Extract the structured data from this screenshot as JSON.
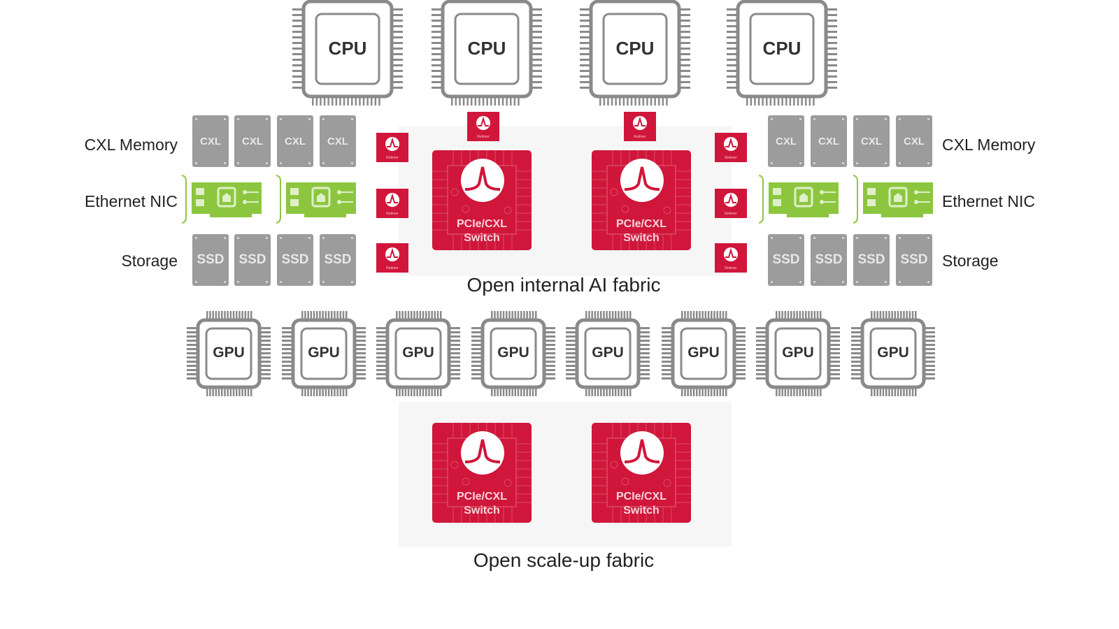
{
  "colors": {
    "switch_red": "#d0163a",
    "drive_gray": "#9c9c9c",
    "nic_green": "#8cc63f",
    "chip_gray": "#8a8a8a"
  },
  "cpus": [
    "CPU",
    "CPU",
    "CPU",
    "CPU"
  ],
  "gpus": [
    "GPU",
    "GPU",
    "GPU",
    "GPU",
    "GPU",
    "GPU",
    "GPU",
    "GPU"
  ],
  "left_labels": {
    "memory": "CXL Memory",
    "nic": "Ethernet NIC",
    "storage": "Storage"
  },
  "right_labels": {
    "memory": "CXL Memory",
    "nic": "Ethernet NIC",
    "storage": "Storage"
  },
  "cxl_label": "CXL",
  "ssd_label": "SSD",
  "retimer_label": "Retimer",
  "switch_label_1": "PCIe/CXL",
  "switch_label_2": "Switch",
  "internal_fabric": "Open internal AI fabric",
  "scaleup_fabric": "Open scale-up fabric"
}
